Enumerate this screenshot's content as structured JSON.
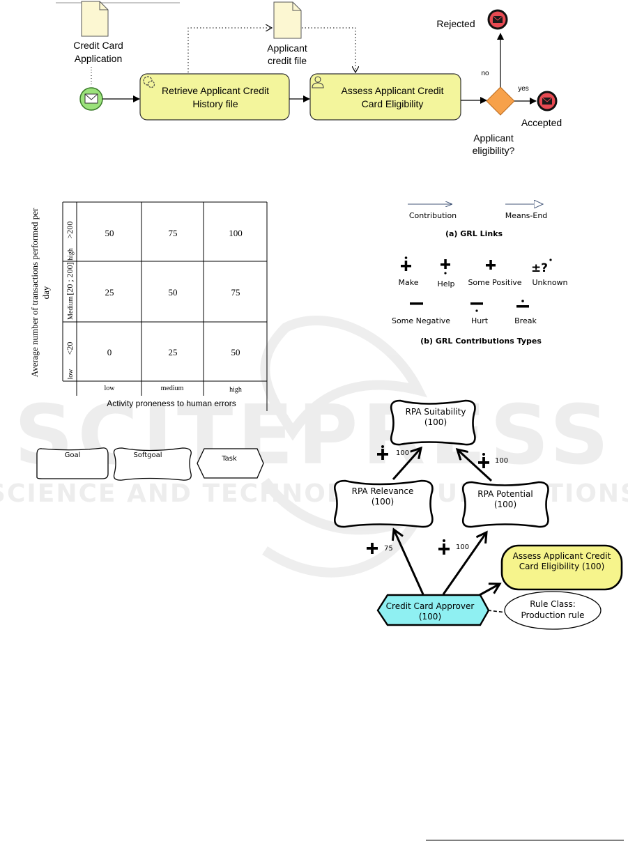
{
  "bpmn": {
    "start_label_1": "Credit Card",
    "start_label_2": "Application",
    "task1_line1": "Retrieve Applicant Credit",
    "task1_line2": "History file",
    "task2_line1": "Assess Applicant Credit",
    "task2_line2": "Card Eligibility",
    "file_label_1": "Applicant",
    "file_label_2": "credit file",
    "gateway_label_1": "Applicant",
    "gateway_label_2": "eligibility?",
    "no_label": "no",
    "yes_label": "yes",
    "rejected": "Rejected",
    "accepted": "Accepted",
    "colors": {
      "task_fill": "#f3f59c",
      "gateway": "#f7a14a",
      "start": "#9be27b",
      "end": "#e74a52"
    }
  },
  "matrix": {
    "ylabel_1": "Average number of transactions performed per",
    "ylabel_2": "day",
    "xlabel": "Activity proneness to human errors",
    "rows": [
      {
        "level": "high",
        "range": ">200",
        "values": [
          "50",
          "75",
          "100"
        ]
      },
      {
        "level": "Medium",
        "range": "[20 ; 200]",
        "values": [
          "25",
          "50",
          "75"
        ]
      },
      {
        "level": "low",
        "range": "<20",
        "values": [
          "0",
          "25",
          "50"
        ]
      }
    ],
    "cols": [
      "low",
      "medium",
      "high"
    ]
  },
  "legend": {
    "contribution": "Contribution",
    "means_end": "Means-End",
    "links_caption": "(a) GRL Links",
    "types": [
      {
        "label": "Make",
        "glyph": "+"
      },
      {
        "label": "Help",
        "glyph": "+"
      },
      {
        "label": "Some Positive",
        "glyph": "+"
      },
      {
        "label": "Unknown",
        "glyph": "±?"
      },
      {
        "label": "Some Negative",
        "glyph": "−"
      },
      {
        "label": "Hurt",
        "glyph": "−"
      },
      {
        "label": "Break",
        "glyph": "−"
      }
    ],
    "types_caption": "(b) GRL Contributions Types"
  },
  "shapes": {
    "goal": "Goal",
    "softgoal": "Softgoal",
    "task": "Task"
  },
  "grl": {
    "suitability": "RPA Suitability",
    "suitability_val": "(100)",
    "relevance": "RPA Relevance",
    "relevance_val": "(100)",
    "potential": "RPA Potential",
    "potential_val": "(100)",
    "task_line1": "Assess Applicant Credit",
    "task_line2": "Card Eligibility  (100)",
    "actor": "Credit Card Approver",
    "actor_val": "(100)",
    "rule_line1": "Rule Class:",
    "rule_line2": "Production rule",
    "w_rel_suit": "100",
    "w_pot_suit": "100",
    "w_actor_rel": "75",
    "w_actor_pot": "100",
    "colors": {
      "task_fill": "#f6f48c",
      "actor_fill": "#8ff0f2"
    }
  }
}
